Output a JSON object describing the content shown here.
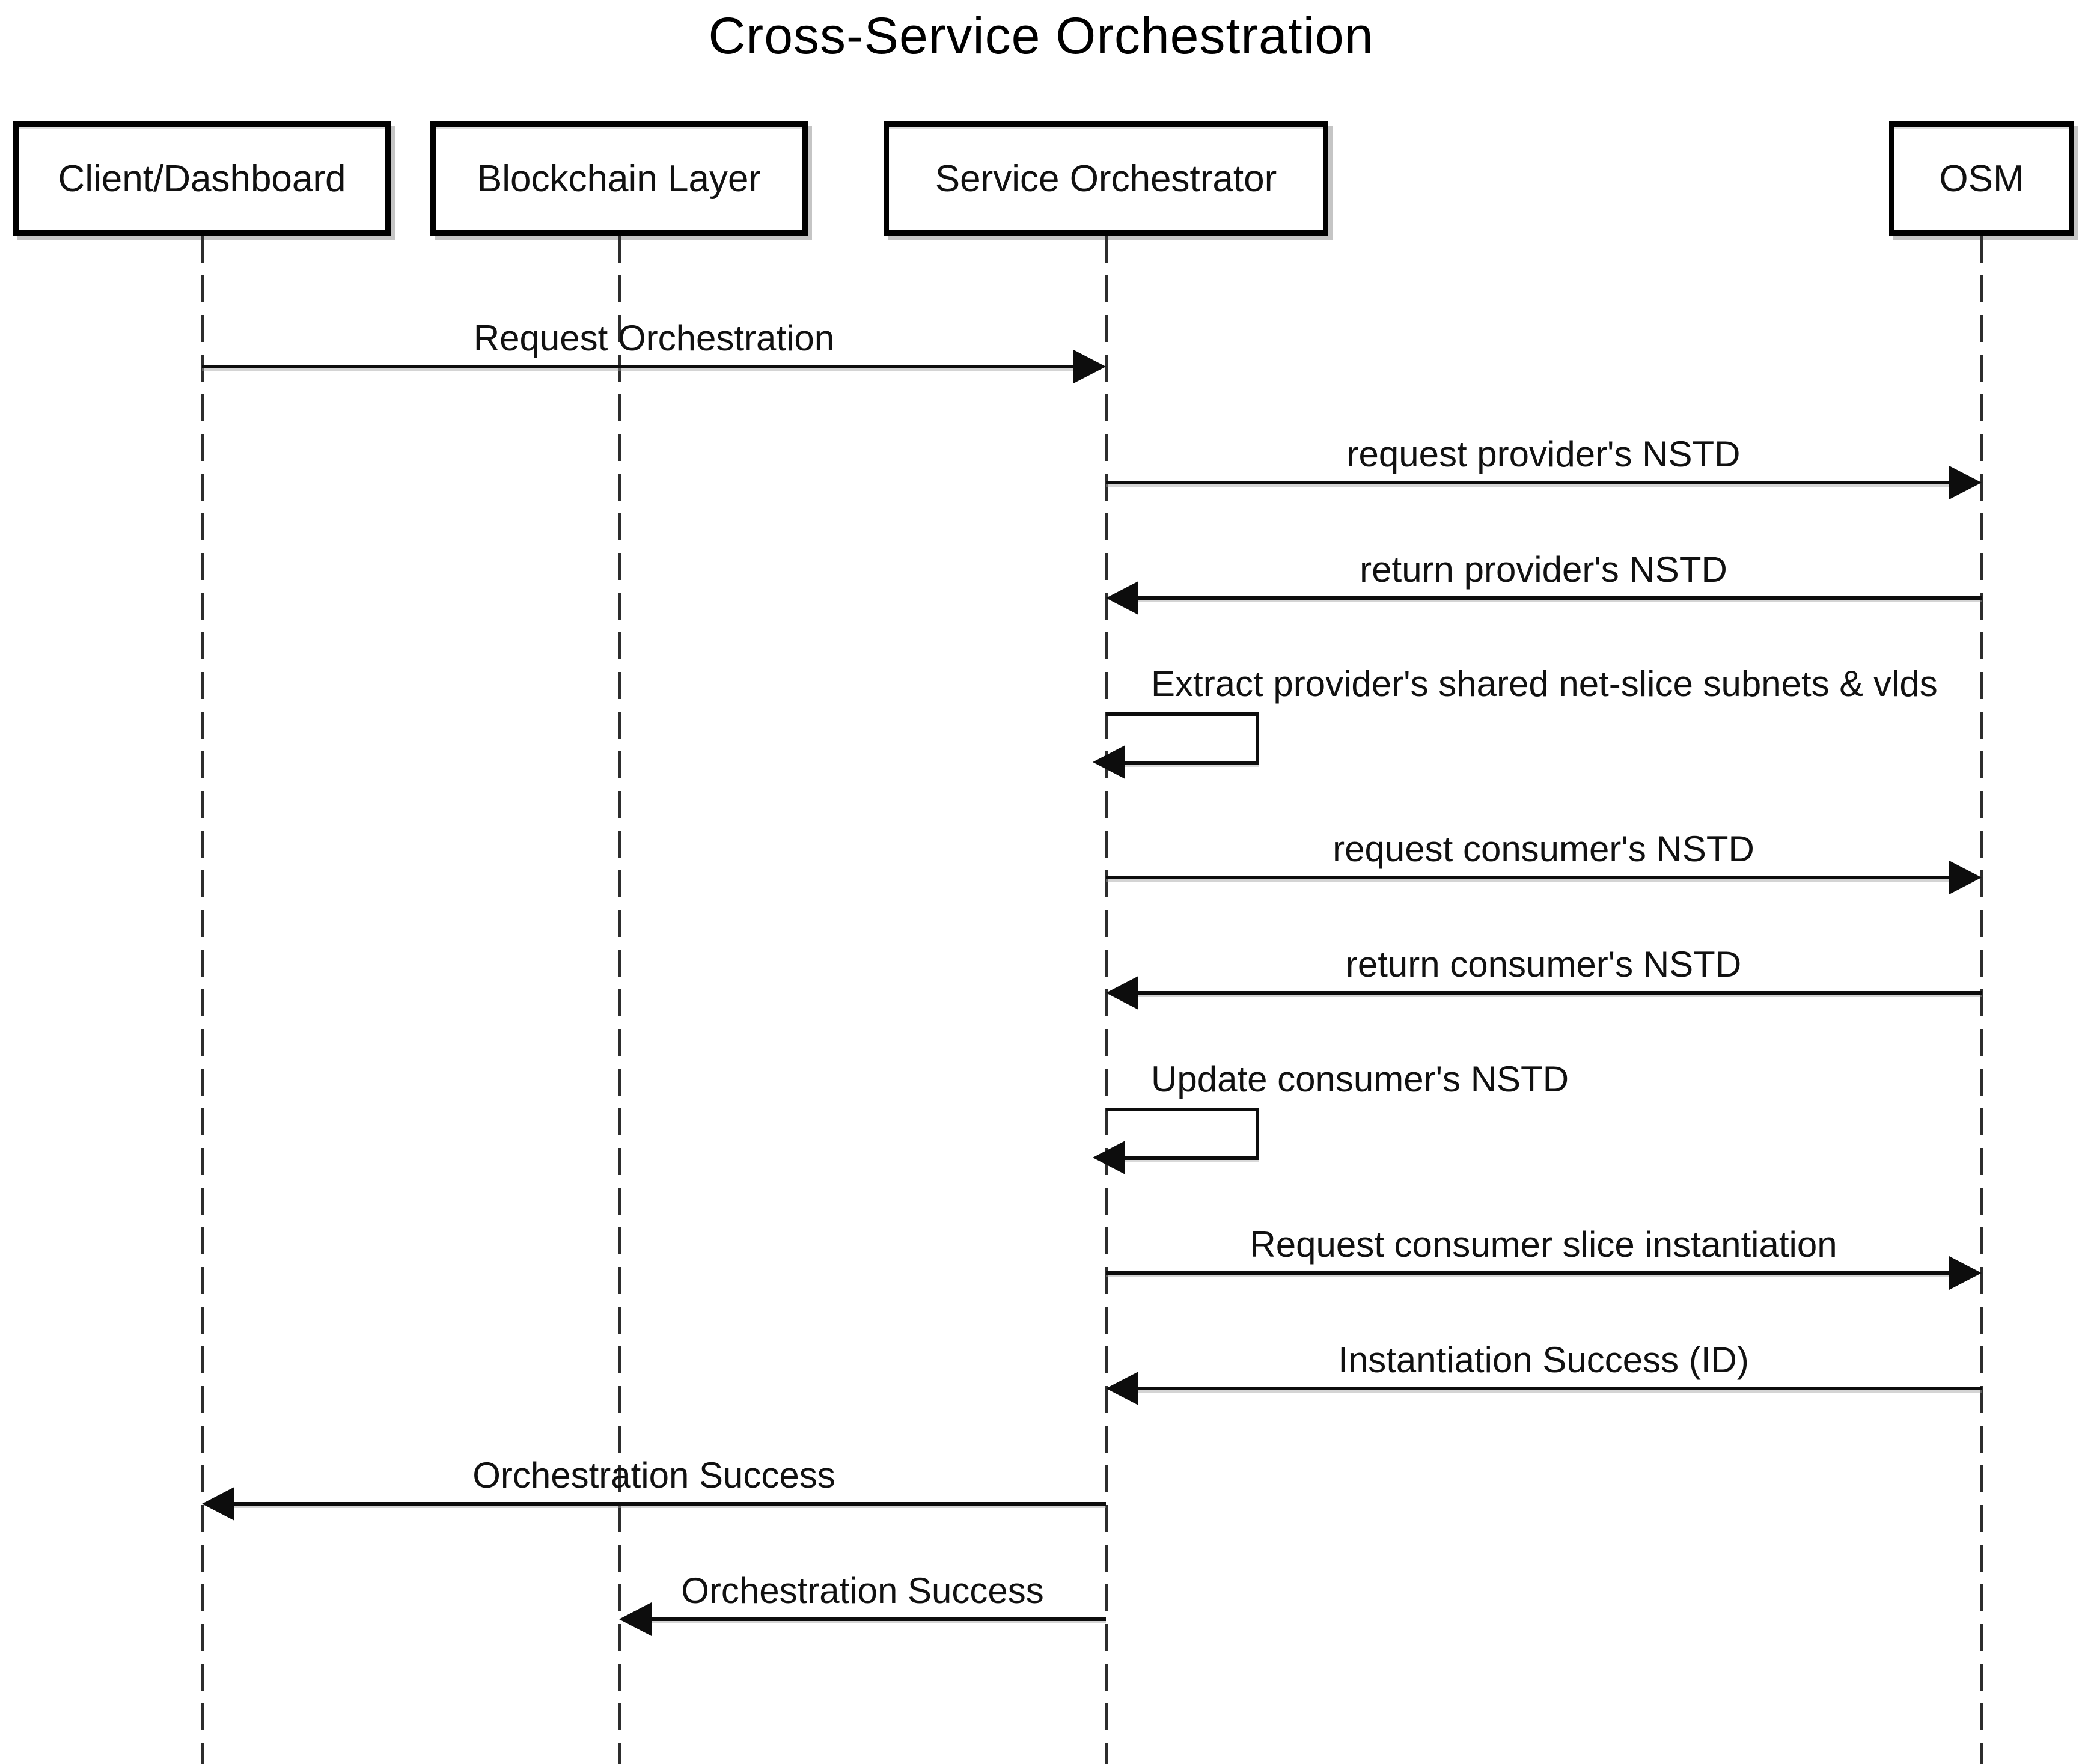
{
  "title": "Cross-Service Orchestration",
  "diagram_type": "sequence",
  "colors": {
    "line": "#000000",
    "background": "#ffffff",
    "text": "#111111",
    "shadow": "#8c8c8c"
  },
  "participants": [
    {
      "id": "client",
      "label": "Client/Dashboard"
    },
    {
      "id": "blockchain",
      "label": "Blockchain Layer"
    },
    {
      "id": "orchestrator",
      "label": "Service Orchestrator"
    },
    {
      "id": "osm",
      "label": "OSM"
    }
  ],
  "messages": [
    {
      "label": "Request Orchestration",
      "from": "Client/Dashboard",
      "to": "Service Orchestrator",
      "type": "solid-arrow",
      "direction": "right"
    },
    {
      "label": "request provider's NSTD",
      "from": "Service Orchestrator",
      "to": "OSM",
      "type": "solid-arrow",
      "direction": "right"
    },
    {
      "label": "return provider's NSTD",
      "from": "OSM",
      "to": "Service Orchestrator",
      "type": "solid-arrow",
      "direction": "left"
    },
    {
      "label": "Extract provider's shared net-slice subnets & vlds",
      "from": "Service Orchestrator",
      "to": "Service Orchestrator",
      "type": "self-message",
      "direction": "self"
    },
    {
      "label": "request consumer's NSTD",
      "from": "Service Orchestrator",
      "to": "OSM",
      "type": "solid-arrow",
      "direction": "right"
    },
    {
      "label": "return consumer's NSTD",
      "from": "OSM",
      "to": "Service Orchestrator",
      "type": "solid-arrow",
      "direction": "left"
    },
    {
      "label": "Update consumer's NSTD",
      "from": "Service Orchestrator",
      "to": "Service Orchestrator",
      "type": "self-message",
      "direction": "self"
    },
    {
      "label": "Request consumer slice instantiation",
      "from": "Service Orchestrator",
      "to": "OSM",
      "type": "solid-arrow",
      "direction": "right"
    },
    {
      "label": "Instantiation Success (ID)",
      "from": "OSM",
      "to": "Service Orchestrator",
      "type": "solid-arrow",
      "direction": "left"
    },
    {
      "label": "Orchestration Success",
      "from": "Service Orchestrator",
      "to": "Client/Dashboard",
      "type": "solid-arrow",
      "direction": "left"
    },
    {
      "label": "Orchestration Success",
      "from": "Service Orchestrator",
      "to": "Blockchain Layer",
      "type": "solid-arrow",
      "direction": "left"
    }
  ]
}
